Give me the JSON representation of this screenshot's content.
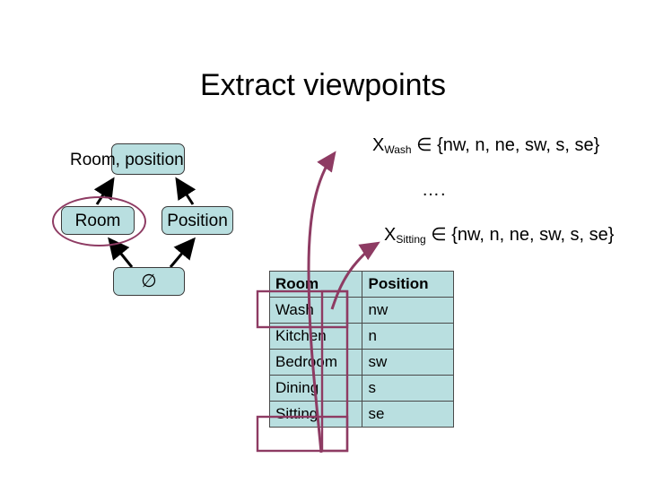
{
  "slide": {
    "title": "Extract viewpoints",
    "background_color": "#ffffff",
    "accent_color": "#8e3b63",
    "node_fill_color": "#b9dfe0",
    "text_color": "#000000"
  },
  "lattice": {
    "name": "concept-lattice",
    "nodes": [
      {
        "id": "top",
        "label": "Room, position",
        "shape": "rounded-rect"
      },
      {
        "id": "room",
        "label": "Room",
        "shape": "rounded-rect",
        "highlighted": true
      },
      {
        "id": "position",
        "label": "Position",
        "shape": "rounded-rect"
      },
      {
        "id": "bottom",
        "label": "∅",
        "shape": "rounded-rect"
      }
    ],
    "edges": [
      {
        "from": "room",
        "to": "top"
      },
      {
        "from": "position",
        "to": "top"
      },
      {
        "from": "bottom",
        "to": "room"
      },
      {
        "from": "bottom",
        "to": "position"
      }
    ],
    "highlight": {
      "node": "room",
      "shape": "ellipse",
      "color": "#8e3b63"
    }
  },
  "formulas": [
    {
      "id": "x-wash",
      "variable": "X",
      "subscript": "Wash",
      "relation": "∈",
      "set": "{nw, n, ne, sw, s, se}",
      "text": "X_Wash ∈ {nw,n,ne,sw,s,se}"
    },
    {
      "id": "ellipsis",
      "text": "…."
    },
    {
      "id": "x-sitting",
      "variable": "X",
      "subscript": "Sitting",
      "relation": "∈",
      "set": "{nw, n, ne, sw, s, se}",
      "text": "X_Sitting ∈ {nw,n,ne,sw,s,se}"
    }
  ],
  "table": {
    "name": "room-position-table",
    "headers": [
      "Room",
      "Position"
    ],
    "rows": [
      {
        "room": "Wash",
        "position": "nw",
        "highlighted": true
      },
      {
        "room": "Kitchen",
        "position": "n",
        "highlighted": false
      },
      {
        "room": "Bedroom",
        "position": "sw",
        "highlighted": false
      },
      {
        "room": "Dining",
        "position": "s",
        "highlighted": false
      },
      {
        "room": "Sitting",
        "position": "se",
        "highlighted": true
      }
    ]
  },
  "annotations": {
    "color": "#8e3b63",
    "row_highlights": [
      "Wash",
      "Sitting"
    ],
    "column_highlight": "Room",
    "arrows": [
      {
        "from": "table-row-wash",
        "to": "x-wash"
      },
      {
        "from": "table-row-sitting",
        "to": "x-sitting"
      }
    ]
  }
}
